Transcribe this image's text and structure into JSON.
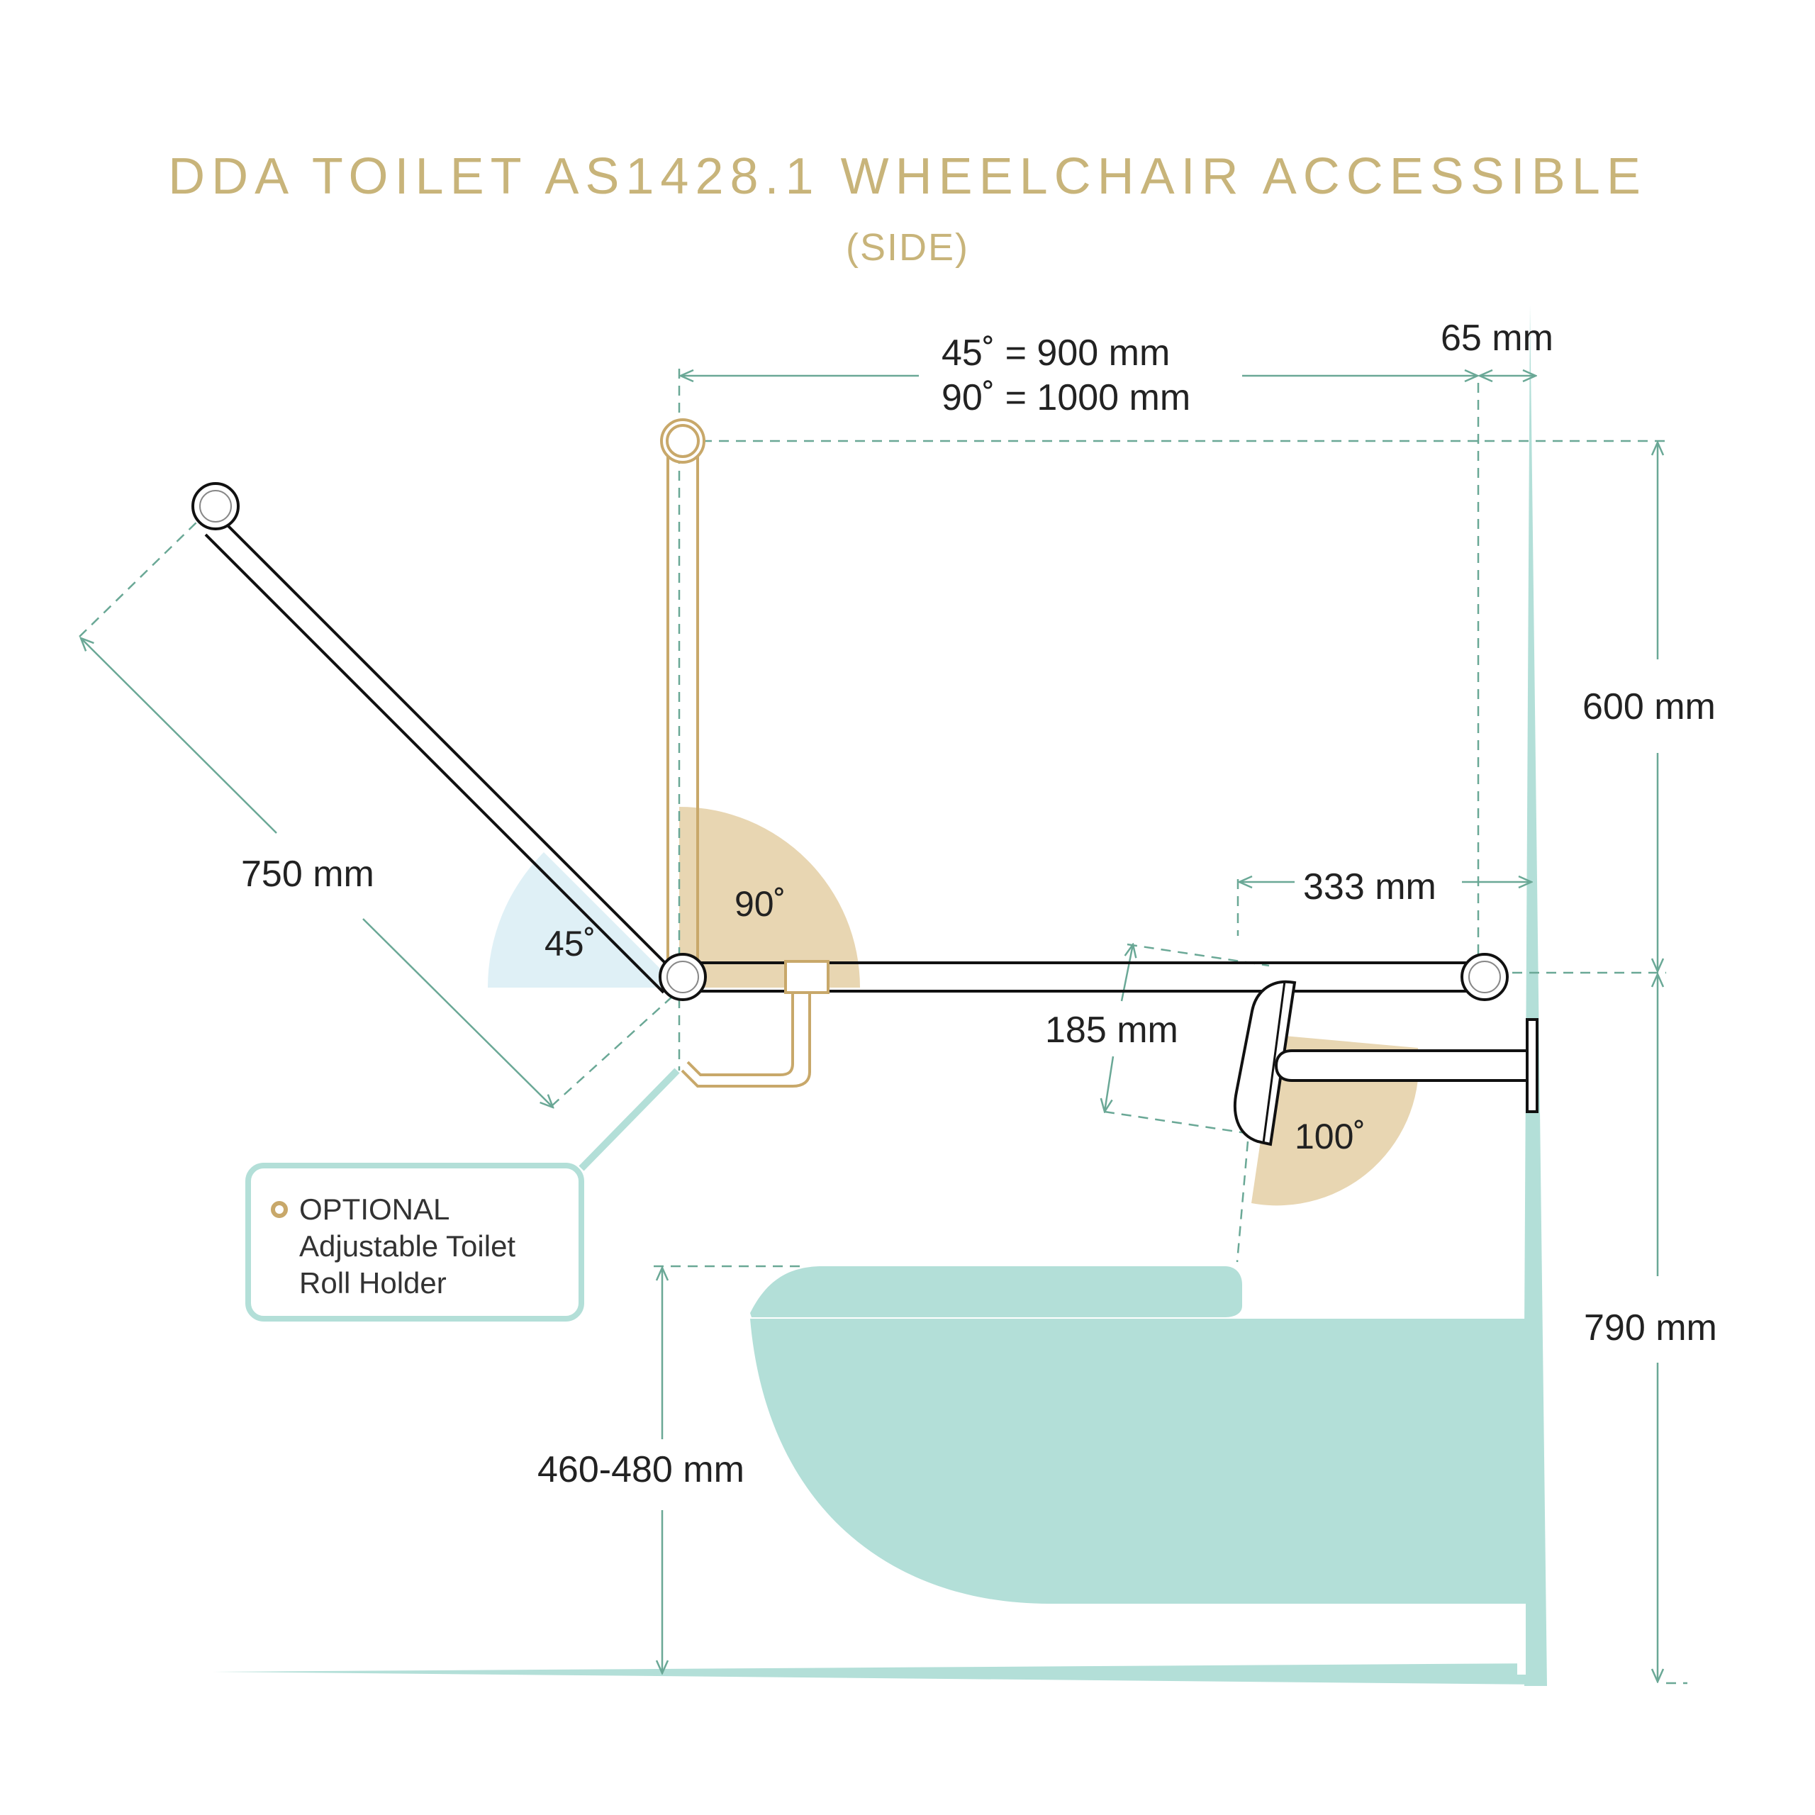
{
  "title": "DDA TOILET AS1428.1 WHEELCHAIR ACCESSIBLE",
  "subtitle": "(SIDE)",
  "dimensions": {
    "rail_length_45": "45˚ = 900 mm",
    "rail_length_90": "90˚ = 1000 mm",
    "wall_gap": "65 mm",
    "upper_height": "600 mm",
    "rail_height": "790 mm",
    "seat_to_wall": "333 mm",
    "seat_height": "460-480 mm",
    "angled_rail_length": "750 mm",
    "backrest_width": "185 mm"
  },
  "angles": {
    "angled_rail": "45˚",
    "vertical_rail": "90˚",
    "backrest": "100˚"
  },
  "note": {
    "line1": "OPTIONAL",
    "line2": "Adjustable Toilet",
    "line3": "Roll Holder"
  },
  "colors": {
    "dimension_line": "#6aa896",
    "fixture_fill": "#b3dfd8",
    "gold": "#c8a86a",
    "gold_fill": "#e8d6b2",
    "blue_fill": "#dff0f6",
    "rail_stroke": "#111111"
  }
}
